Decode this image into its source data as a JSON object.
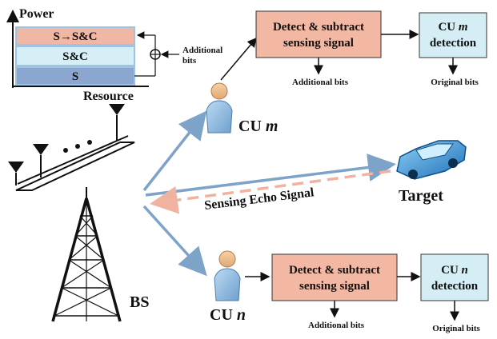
{
  "power_chart": {
    "y_label": "Power",
    "x_label": "Resource",
    "layers": [
      {
        "label": "S→S&C",
        "color": "#f0b7a4"
      },
      {
        "label": "S&C",
        "color": "#d6eef6"
      },
      {
        "label": "S",
        "color": "#8ba7cf"
      }
    ],
    "additional_bits": "Additional bits"
  },
  "cu_m": {
    "name": "CU",
    "index": "m",
    "process_label_line1": "Detect & subtract",
    "process_label_line2": "sensing signal",
    "detect_label_line1": "CU",
    "detect_label_line2": "detection",
    "additional_bits": "Additional bits",
    "original_bits": "Original bits"
  },
  "cu_n": {
    "name": "CU",
    "index": "n",
    "process_label_line1": "Detect & subtract",
    "process_label_line2": "sensing signal",
    "detect_label_line1": "CU",
    "detect_label_line2": "detection",
    "additional_bits": "Additional bits",
    "original_bits": "Original bits"
  },
  "bs_label": "BS",
  "target_label": "Target",
  "echo_label": "Sensing Echo Signal",
  "colors": {
    "process_box": "#f2b8a3",
    "detect_box": "#d5eef5",
    "beam": "#7ea3c8",
    "echo": "#efb3a0"
  }
}
